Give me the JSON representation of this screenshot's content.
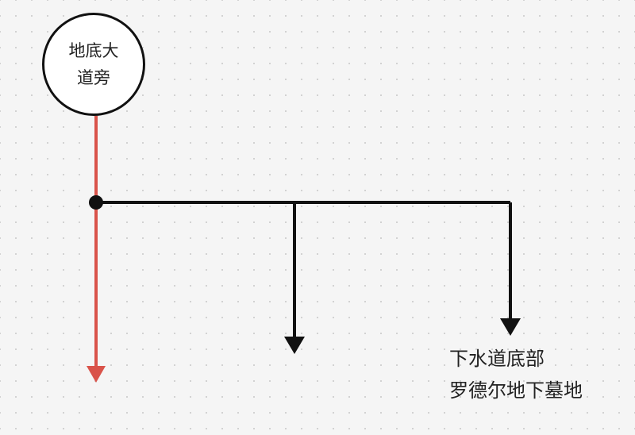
{
  "diagram": {
    "start_node": {
      "lines": [
        "地底大",
        "道旁"
      ]
    },
    "branch_label": {
      "lines": [
        "下水道底部",
        "罗德尔地下墓地"
      ]
    },
    "colors": {
      "main_line": "#d9534a",
      "connector": "#111111",
      "node_border": "#111111",
      "node_fill": "#ffffff",
      "background": "#f5f5f5",
      "grid_dot": "#cfcfcf"
    }
  }
}
